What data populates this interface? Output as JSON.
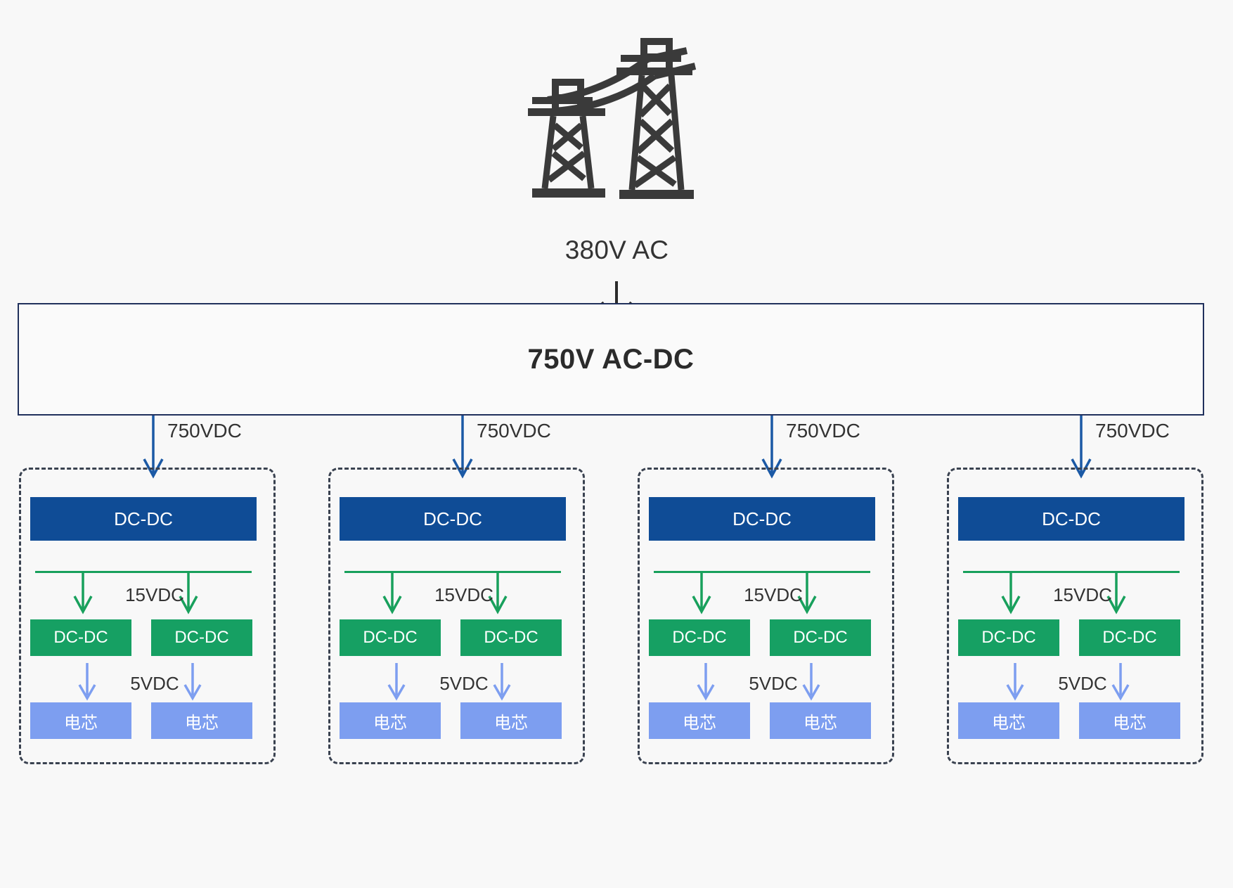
{
  "source": {
    "icon": "transmission-tower-icon",
    "label": "380V AC"
  },
  "converter": {
    "title": "750V AC-DC"
  },
  "labels": {
    "bus_voltage": "750VDC",
    "mid_voltage": "15VDC",
    "low_voltage": "5VDC",
    "primary_block": "DC-DC",
    "secondary_block": "DC-DC",
    "cell_block": "电芯"
  },
  "colors": {
    "background": "#f8f8f8",
    "acdc_border": "#20305c",
    "primary_dcdc": "#0f4c96",
    "secondary_dcdc": "#16a063",
    "cell": "#7d9ef0",
    "bus_green": "#18a05c",
    "arrow_blue": "#1b59a5",
    "arrow_lightblue": "#7d9ef0",
    "rack_dash": "#3a4250",
    "text_dark": "#333333",
    "tower": "#3a3a3a"
  },
  "groups": [
    {
      "id": "group-1",
      "drop_label": "750VDC",
      "primary": "DC-DC",
      "mid_label": "15VDC",
      "secondaries": [
        "DC-DC",
        "DC-DC"
      ],
      "low_label": "5VDC",
      "cells": [
        "电芯",
        "电芯"
      ]
    },
    {
      "id": "group-2",
      "drop_label": "750VDC",
      "primary": "DC-DC",
      "mid_label": "15VDC",
      "secondaries": [
        "DC-DC",
        "DC-DC"
      ],
      "low_label": "5VDC",
      "cells": [
        "电芯",
        "电芯"
      ]
    },
    {
      "id": "group-3",
      "drop_label": "750VDC",
      "primary": "DC-DC",
      "mid_label": "15VDC",
      "secondaries": [
        "DC-DC",
        "DC-DC"
      ],
      "low_label": "5VDC",
      "cells": [
        "电芯",
        "电芯"
      ]
    },
    {
      "id": "group-4",
      "drop_label": "750VDC",
      "primary": "DC-DC",
      "mid_label": "15VDC",
      "secondaries": [
        "DC-DC",
        "DC-DC"
      ],
      "low_label": "5VDC",
      "cells": [
        "电芯",
        "电芯"
      ]
    }
  ]
}
